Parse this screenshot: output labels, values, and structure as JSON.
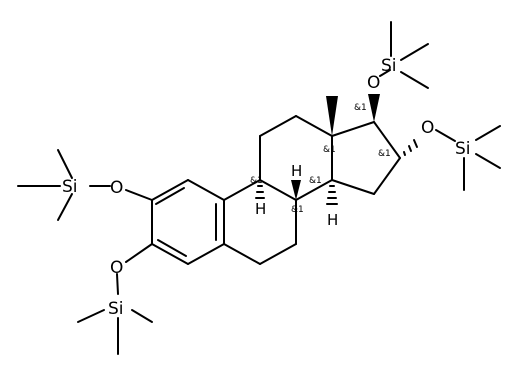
{
  "atoms": {
    "si_topright": "Si",
    "si_right": "Si",
    "si_left": "Si",
    "si_bottom": "Si",
    "o_top": "O",
    "o_right": "O",
    "o_left": "O",
    "o_bottom": "O",
    "h_c8": "H",
    "h_c9": "H",
    "h_c14": "H"
  },
  "stereo_labels": {
    "c17": "&1",
    "c16": "&1",
    "c13": "&1",
    "c14": "&1",
    "c8": "&1",
    "c9": "&1"
  }
}
